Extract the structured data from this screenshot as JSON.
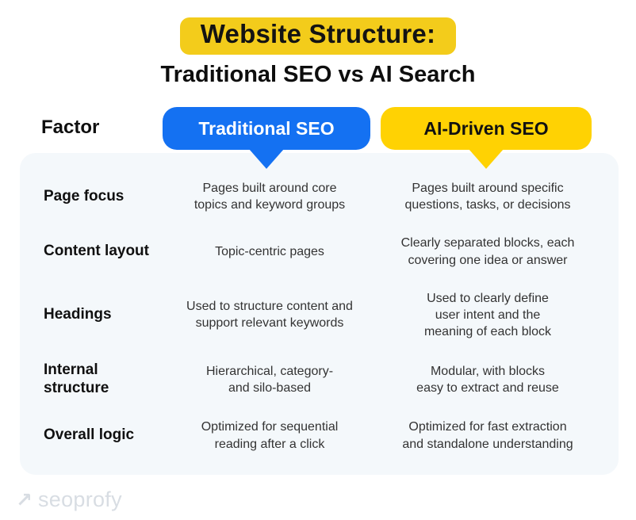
{
  "title": {
    "highlight": "Website Structure:",
    "subtitle": "Traditional SEO vs AI Search"
  },
  "colors": {
    "title_highlight_yellow": "#F3CC1B",
    "pill_blue": "#1471F2",
    "pill_yellow": "#FFD203",
    "panel_background": "#F4F8FB",
    "text_dark": "#111111",
    "cell_text": "#333333",
    "logo_gray": "#D8DDE3"
  },
  "table": {
    "factor_header": "Factor",
    "columns": [
      {
        "label": "Traditional SEO"
      },
      {
        "label": "AI-Driven SEO"
      }
    ],
    "rows": [
      {
        "factor": "Page focus",
        "traditional": "Pages built around core\ntopics and keyword groups",
        "ai": "Pages built around specific\nquestions, tasks, or decisions"
      },
      {
        "factor": "Content layout",
        "traditional": "Topic-centric pages",
        "ai": "Clearly separated blocks, each\ncovering one idea or answer"
      },
      {
        "factor": "Headings",
        "traditional": "Used to structure content and\nsupport relevant keywords",
        "ai": "Used to clearly define\nuser intent and the\nmeaning of each block"
      },
      {
        "factor": "Internal structure",
        "traditional": "Hierarchical, category-\nand silo-based",
        "ai": "Modular, with blocks\neasy to extract and reuse"
      },
      {
        "factor": "Overall logic",
        "traditional": "Optimized for sequential\nreading after a click",
        "ai": "Optimized for fast extraction\nand standalone understanding"
      }
    ]
  },
  "footer": {
    "logo_arrow": "↗",
    "logo_text": "seoprofy"
  }
}
